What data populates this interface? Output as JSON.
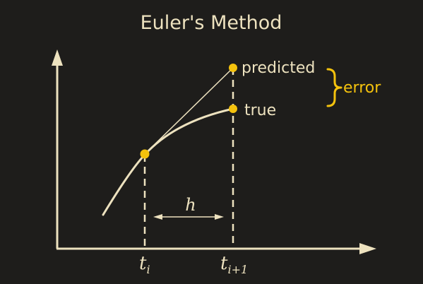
{
  "title": "Euler's Method",
  "labels": {
    "predicted": "predicted",
    "true": "true",
    "error": "error",
    "step": "h",
    "t_left_base": "t",
    "t_left_sub": "i",
    "t_right_base": "t",
    "t_right_sub": "i+1"
  },
  "colors": {
    "background": "#1e1d1b",
    "ink": "#ede2bf",
    "accent": "#f4c20d"
  }
}
